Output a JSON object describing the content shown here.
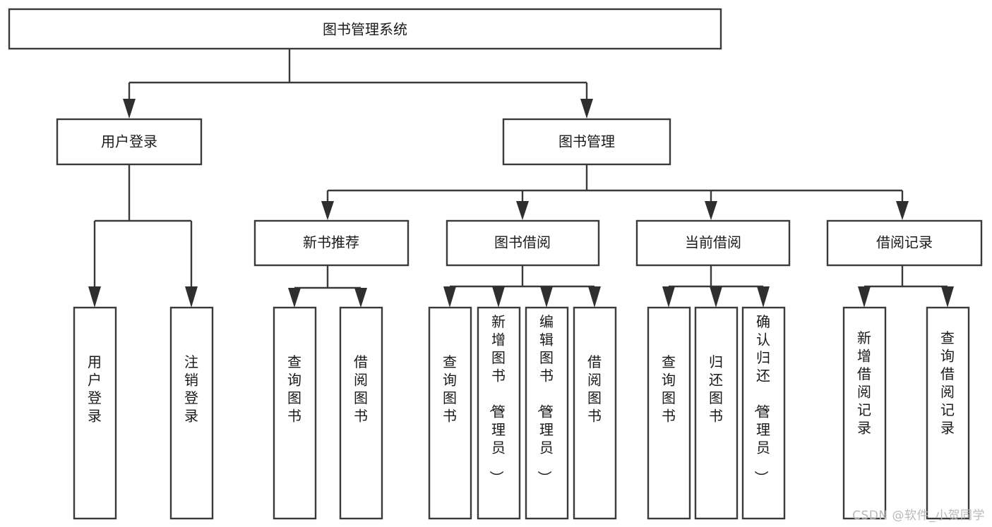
{
  "diagram": {
    "type": "tree",
    "title": "图书管理系统",
    "orientation": "top-down",
    "watermark": "CSDN @软件_小贺同学",
    "colors": {
      "background": "#ffffff",
      "box_stroke": "#3a3a3a",
      "box_fill": "#ffffff",
      "text": "#1a1a1a",
      "connector": "#3a3a3a",
      "watermark": "#b9b9b9"
    },
    "nodes": {
      "root": {
        "label": "图书管理系统",
        "level": 0,
        "orientation": "horizontal"
      },
      "l1": [
        {
          "id": "user-login",
          "label": "用户登录",
          "orientation": "horizontal"
        },
        {
          "id": "book-manage",
          "label": "图书管理",
          "orientation": "horizontal"
        }
      ],
      "l2": [
        {
          "id": "new-book-rec",
          "label": "新书推荐",
          "orientation": "horizontal",
          "parent": "book-manage"
        },
        {
          "id": "book-borrow",
          "label": "图书借阅",
          "orientation": "horizontal",
          "parent": "book-manage"
        },
        {
          "id": "current-borrow",
          "label": "当前借阅",
          "orientation": "horizontal",
          "parent": "book-manage"
        },
        {
          "id": "borrow-record",
          "label": "借阅记录",
          "orientation": "horizontal",
          "parent": "book-manage"
        }
      ],
      "leaves": [
        {
          "id": "leaf-user-login",
          "label": "用户登录",
          "orientation": "vertical",
          "parent": "user-login"
        },
        {
          "id": "leaf-logout",
          "label": "注销登录",
          "orientation": "vertical",
          "parent": "user-login"
        },
        {
          "id": "leaf-query-book-1",
          "label": "查询图书",
          "orientation": "vertical",
          "parent": "new-book-rec"
        },
        {
          "id": "leaf-borrow-book-1",
          "label": "借阅图书",
          "orientation": "vertical",
          "parent": "new-book-rec"
        },
        {
          "id": "leaf-query-book-2",
          "label": "查询图书",
          "orientation": "vertical",
          "parent": "book-borrow"
        },
        {
          "id": "leaf-add-book",
          "label": "新增图书（管理员）",
          "orientation": "vertical",
          "parent": "book-borrow"
        },
        {
          "id": "leaf-edit-book",
          "label": "编辑图书（管理员）",
          "orientation": "vertical",
          "parent": "book-borrow"
        },
        {
          "id": "leaf-borrow-book-2",
          "label": "借阅图书",
          "orientation": "vertical",
          "parent": "book-borrow"
        },
        {
          "id": "leaf-query-book-3",
          "label": "查询图书",
          "orientation": "vertical",
          "parent": "current-borrow"
        },
        {
          "id": "leaf-return-book",
          "label": "归还图书",
          "orientation": "vertical",
          "parent": "current-borrow"
        },
        {
          "id": "leaf-confirm-return",
          "label": "确认归还（管理员）",
          "orientation": "vertical",
          "parent": "current-borrow"
        },
        {
          "id": "leaf-add-record",
          "label": "新增借阅记录",
          "orientation": "vertical",
          "parent": "borrow-record"
        },
        {
          "id": "leaf-query-record",
          "label": "查询借阅记录",
          "orientation": "vertical",
          "parent": "borrow-record"
        }
      ]
    }
  }
}
